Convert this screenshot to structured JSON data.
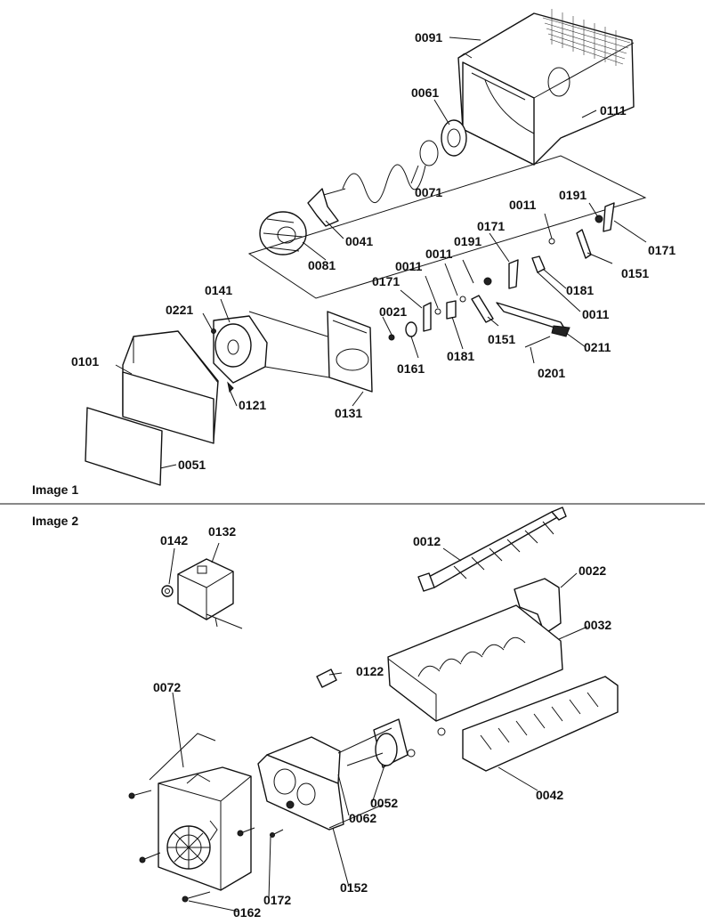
{
  "image1": {
    "caption": "Image 1",
    "parts": [
      "0091",
      "0061",
      "0111",
      "0071",
      "0041",
      "0081",
      "0191",
      "0011",
      "0171",
      "0171",
      "0151",
      "0011",
      "0191",
      "0171",
      "0011",
      "0181",
      "0011",
      "0141",
      "0221",
      "0021",
      "0151",
      "0211",
      "0101",
      "0121",
      "0161",
      "0181",
      "0201",
      "0131",
      "0051"
    ]
  },
  "image2": {
    "caption": "Image 2",
    "parts": [
      "0142",
      "0132",
      "0012",
      "0022",
      "0032",
      "0122",
      "0072",
      "0052",
      "0062",
      "0042",
      "0152",
      "0172",
      "0162"
    ]
  }
}
